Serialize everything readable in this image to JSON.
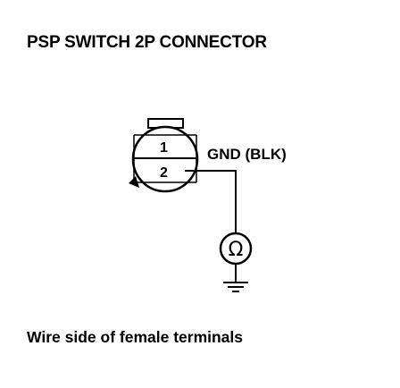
{
  "title": "PSP SWITCH 2P CONNECTOR",
  "caption": "Wire side of female terminals",
  "connector": {
    "pins": [
      {
        "number": "1"
      },
      {
        "number": "2"
      }
    ]
  },
  "wire_label": "GND (BLK)",
  "meter": {
    "icon": "ohmmeter-icon",
    "symbol": "Ω"
  },
  "ground": {
    "icon": "ground-icon"
  }
}
